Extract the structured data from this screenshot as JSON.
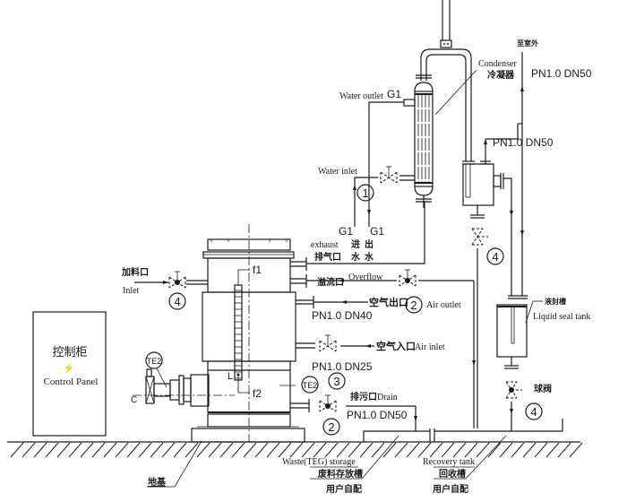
{
  "diagram": {
    "title": "TEG regeneration / waste recovery process flow",
    "labels": {
      "to_outdoor": "至室外",
      "condenser_en": "Condenser",
      "condenser_cn": "冷凝器",
      "water_outlet": "Water outlet",
      "g1_top": "G1",
      "water_inlet": "Water inlet",
      "g1_left": "G1",
      "g1_right": "G1",
      "exhaust_en": "exhaust",
      "exhaust_cn": "排气口",
      "in_water_cn_1": "进",
      "in_water_cn_2": "水",
      "out_water_cn_1": "出",
      "out_water_cn_2": "水",
      "pn_top": "PN1.0  DN50",
      "pn_mid": "PN1.0  DN50",
      "feed_cn": "加料口",
      "inlet_en": "Inlet",
      "overflow_cn": "溢流口",
      "overflow_en": "Overflow",
      "air_outlet_cn": "空气出口",
      "air_outlet_en": "Air outlet",
      "pn_dn40": "PN1.0  DN40",
      "air_inlet_cn": "空气入口",
      "air_inlet_en": "Air inlet",
      "pn_dn25": "PN1.0  DN25",
      "drain_cn": "排污口",
      "drain_en": "Drain",
      "pn_dn50_drain": "PN1.0  DN50",
      "f1": "f1",
      "f2": "f2",
      "level_L": "L",
      "te2_heater": "TE2",
      "te2_body": "TE2",
      "c_label": "C",
      "control_panel_cn": "控制柜",
      "control_panel_en": "Control Panel",
      "lightning": "⚡",
      "liquid_seal_cn": "液封槽",
      "liquid_seal_en": "Liquid seal tank",
      "ball_valve_cn": "球阀",
      "waste_storage_en": "Waste(TEG) storage",
      "waste_storage_cn": "废料存放槽",
      "user_supplied_1": "用户自配",
      "recovery_tank_en": "Recovery tank",
      "recovery_tank_cn": "回收槽",
      "user_supplied_2": "用户自配",
      "foundation_cn": "地基"
    },
    "valve_tags": {
      "v_water_inlet": "1",
      "v_feed": "4",
      "v_overflow": "2",
      "v_air_inlet": "3",
      "v_drain": "2",
      "v_condenser_bottom": "4",
      "v_seal_tank": "4"
    }
  }
}
